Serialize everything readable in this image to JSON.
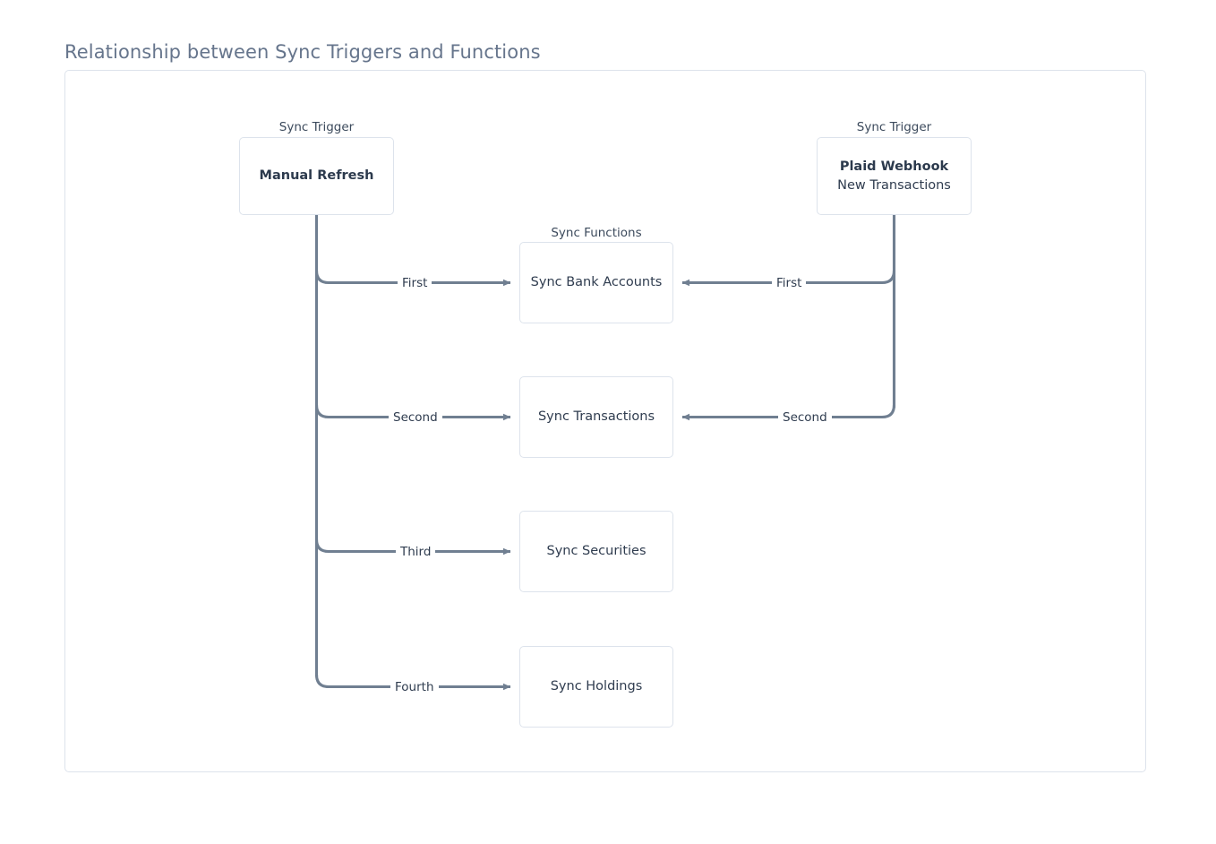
{
  "title": "Relationship between Sync Triggers and Functions",
  "groups": {
    "trigger_left_label": "Sync Trigger",
    "trigger_right_label": "Sync Trigger",
    "functions_label": "Sync Functions"
  },
  "nodes": {
    "manual_refresh": {
      "line1": "Manual Refresh"
    },
    "plaid_webhook": {
      "line1": "Plaid Webhook",
      "line2": "New Transactions"
    },
    "sync_bank_accounts": {
      "line1": "Sync Bank Accounts"
    },
    "sync_transactions": {
      "line1": "Sync Transactions"
    },
    "sync_securities": {
      "line1": "Sync Securities"
    },
    "sync_holdings": {
      "line1": "Sync Holdings"
    }
  },
  "edges": {
    "left_first": "First",
    "left_second": "Second",
    "left_third": "Third",
    "left_fourth": "Fourth",
    "right_first": "First",
    "right_second": "Second"
  },
  "colors": {
    "panel_border": "#dde3ec",
    "node_border": "#dde3ec",
    "edge_stroke": "#707f91",
    "title_text": "#66758c",
    "node_text": "#2f3c4f"
  }
}
